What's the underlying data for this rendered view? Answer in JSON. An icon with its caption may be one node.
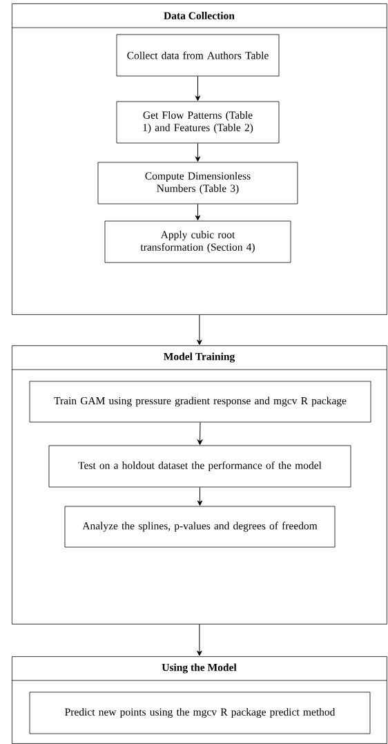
{
  "diagram": {
    "nodes": [
      {
        "text": [
          "Data Collection"
        ]
      },
      {
        "text": [
          "Collect data from Authors Table"
        ],
        "in": 0
      },
      {
        "text": [
          "Get Flow Patterns (Table 1) and Features (Table 2)"
        ],
        "in": 0
      },
      {
        "text": [
          "Compute Dimensionless Numbers (Table 3)"
        ],
        "in": 0
      },
      {
        "text": [
          "Apply cubic root transformation (Section 4)"
        ],
        "in": 0
      },
      {
        "text": [
          "Model Training"
        ]
      },
      {
        "text": [
          "Train GAM using pressure gradient response and mgcv R package"
        ],
        "in": 5
      },
      {
        "text": [
          "Test on a holdout dataset the performance of the model"
        ],
        "in": 5
      },
      {
        "text": [
          "Analyze the splines, p-values and degrees of freedom"
        ],
        "in": 5
      },
      {
        "text": [
          "Using the Model"
        ]
      },
      {
        "text": [
          "Predict new points using the mgcv R package predict method"
        ],
        "in": 9
      }
    ],
    "edges": [
      {
        "from": 1,
        "to": 2,
        "arrow": "to"
      },
      {
        "from": 2,
        "to": 3,
        "arrow": "to"
      },
      {
        "from": 3,
        "to": 4,
        "arrow": "to"
      },
      {
        "from": 0,
        "to": 5,
        "arrow": "to"
      },
      {
        "from": 6,
        "to": 7,
        "arrow": "to"
      },
      {
        "from": 7,
        "to": 8,
        "arrow": "to"
      },
      {
        "from": 5,
        "to": 9,
        "arrow": "to"
      }
    ]
  }
}
